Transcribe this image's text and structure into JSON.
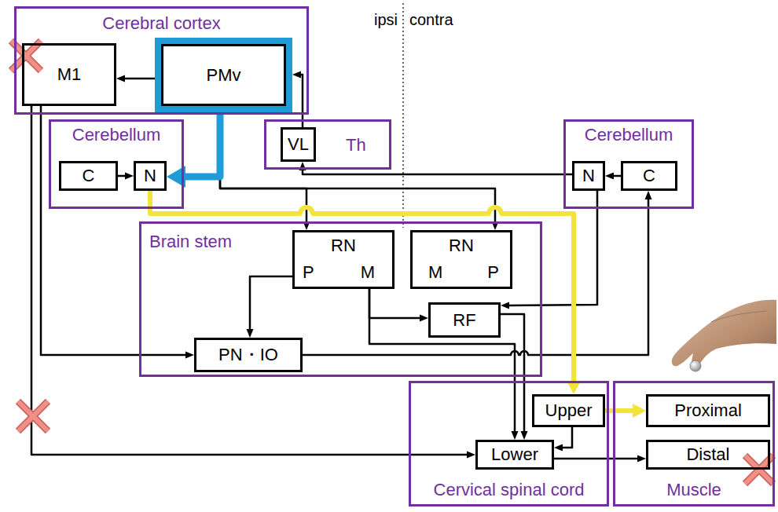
{
  "diagram": {
    "nodes": [
      {
        "text": [
          "Cerebral cortex"
        ]
      },
      {
        "text": [
          "M1"
        ],
        "in": 0
      },
      {
        "text": [
          "PMv"
        ],
        "in": 0
      },
      {
        "text": [
          "Cerebellum"
        ]
      },
      {
        "text": [
          "C"
        ],
        "in": 3
      },
      {
        "text": [
          "N"
        ],
        "in": 3
      },
      {
        "text": [
          "Th"
        ]
      },
      {
        "text": [
          "VL"
        ],
        "in": 6
      },
      {
        "text": [
          "Cerebellum"
        ]
      },
      {
        "text": [
          "N"
        ],
        "in": 8
      },
      {
        "text": [
          "C"
        ],
        "in": 8
      },
      {
        "text": [
          "Brain stem"
        ]
      },
      {
        "text": [
          "RN",
          "P",
          "M"
        ],
        "in": 11
      },
      {
        "text": [
          "RN",
          "M",
          "P"
        ],
        "in": 11
      },
      {
        "text": [
          "RF"
        ],
        "in": 11
      },
      {
        "text": [
          "PN・IO"
        ],
        "in": 11
      },
      {
        "text": [
          "Cervical spinal cord"
        ]
      },
      {
        "text": [
          "Upper"
        ],
        "in": 16
      },
      {
        "text": [
          "Lower"
        ],
        "in": 16
      },
      {
        "text": [
          "Muscle"
        ]
      },
      {
        "text": [
          "Proximal"
        ],
        "in": 19
      },
      {
        "text": [
          "Distal"
        ],
        "in": 19
      }
    ],
    "edges": [
      {
        "from": 2,
        "to": 1,
        "arrow": "to"
      },
      {
        "from": 7,
        "to": 2,
        "arrow": "to"
      },
      {
        "from": 2,
        "to": 5,
        "arrow": "to"
      },
      {
        "from": 2,
        "to": 12,
        "arrow": "to"
      },
      {
        "from": 2,
        "to": 13,
        "arrow": "to"
      },
      {
        "from": 9,
        "to": 7,
        "arrow": "to"
      },
      {
        "from": 4,
        "to": 5,
        "arrow": "to"
      },
      {
        "from": 10,
        "to": 9,
        "arrow": "to"
      },
      {
        "from": 5,
        "to": 17,
        "arrow": "to"
      },
      {
        "from": 17,
        "to": 20,
        "arrow": "to"
      },
      {
        "from": 12,
        "to": 15,
        "arrow": "to"
      },
      {
        "from": 1,
        "to": 15,
        "arrow": "to"
      },
      {
        "from": 1,
        "to": 18,
        "arrow": "to"
      },
      {
        "from": 15,
        "to": 10,
        "arrow": "to"
      },
      {
        "from": 12,
        "to": 14,
        "arrow": "to"
      },
      {
        "from": 12,
        "to": 18,
        "arrow": "to"
      },
      {
        "from": 14,
        "to": 18,
        "arrow": "to"
      },
      {
        "from": 17,
        "to": 18,
        "arrow": "to"
      },
      {
        "from": 18,
        "to": 21,
        "arrow": "to"
      },
      {
        "from": 9,
        "to": 14,
        "arrow": "to"
      }
    ],
    "labels": [
      "ipsi",
      "contra"
    ]
  }
}
